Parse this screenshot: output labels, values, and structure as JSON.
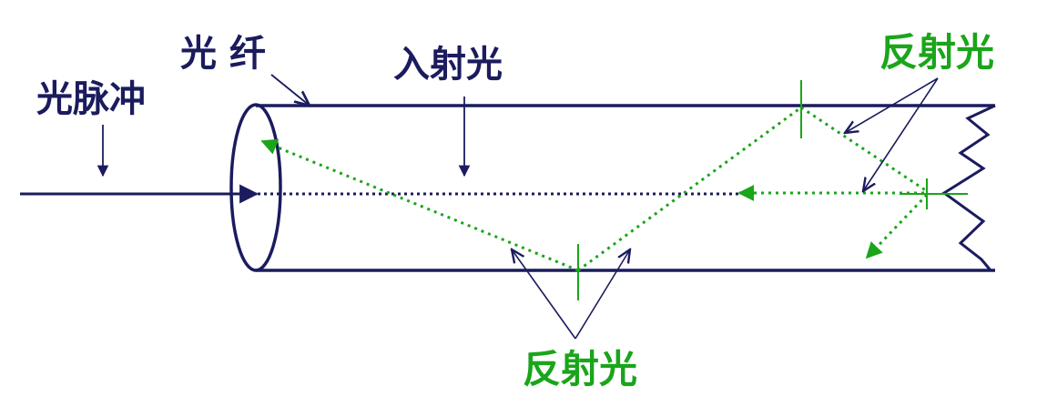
{
  "labels": {
    "optical_pulse": "光脉冲",
    "fiber": "光 纤",
    "incident_light": "入射光",
    "reflected_light_top": "反射光",
    "reflected_light_bottom": "反射光"
  },
  "colors": {
    "navy": "#1b1b5e",
    "green": "#1aa51a"
  }
}
